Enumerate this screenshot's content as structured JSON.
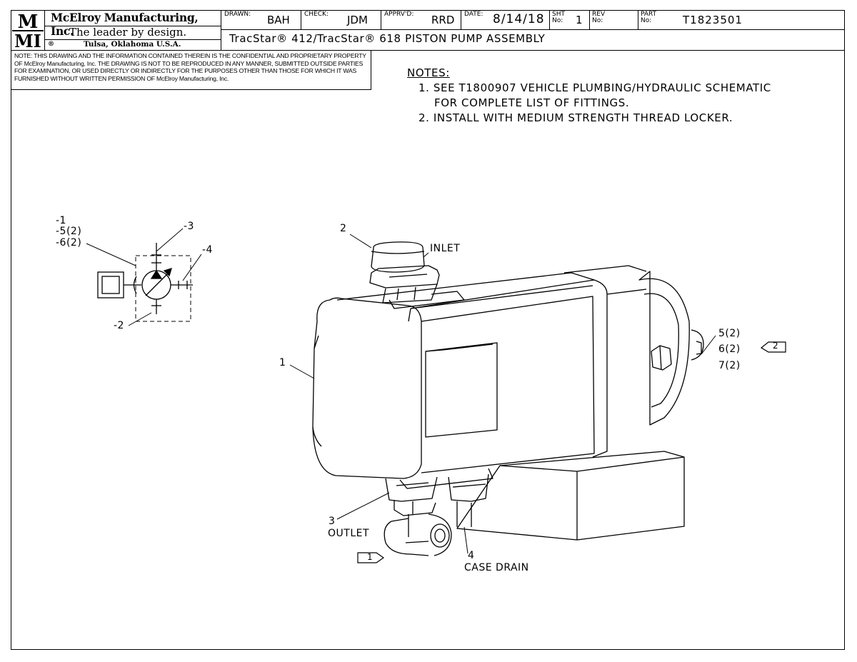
{
  "company": {
    "logo": "MMI",
    "name": "McElroy Manufacturing, Inc.",
    "tagline": "The leader by design.",
    "location": "Tulsa, Oklahoma U.S.A.",
    "registered": "®"
  },
  "title_block": {
    "drawn_label": "DRAWN:",
    "drawn": "BAH",
    "check_label": "CHECK:",
    "check": "JDM",
    "apprvd_label": "APPRV'D:",
    "apprvd": "RRD",
    "date_label": "DATE:",
    "date": "8/14/18",
    "sht_label": "SHT No:",
    "sht": "1",
    "rev_label": "REV No:",
    "rev": "",
    "part_label": "PART No:",
    "part": "T1823501",
    "title": "TracStar® 412/TracStar® 618 PISTON PUMP ASSEMBLY"
  },
  "confidential_note": "NOTE: THIS DRAWING AND THE INFORMATION CONTAINED THEREIN IS THE CONFIDENTIAL AND PROPRIETARY PROPERTY OF McElroy Manufacturing, Inc. THE DRAWING IS NOT TO BE REPRODUCED IN ANY MANNER, SUBMITTED OUTSIDE PARTIES FOR EXAMINATION, OR USED DIRECTLY OR INDIRECTLY FOR THE PURPOSES OTHER THAN THOSE FOR WHICH IT WAS FURNISHED WITHOUT WRITTEN PERMISSION OF McElroy Manufacturing, Inc.",
  "notes": {
    "heading": "NOTES:",
    "line1": "1. SEE T1800907 VEHICLE PLUMBING/HYDRAULIC SCHEMATIC",
    "line1b": "FOR COMPLETE LIST OF FITTINGS.",
    "line2": "2. INSTALL WITH MEDIUM STRENGTH THREAD LOCKER."
  },
  "schematic_callouts": {
    "c1": "-1",
    "c5": "-5(2)",
    "c6": "-6(2)",
    "c3": "-3",
    "c4": "-4",
    "c2": "-2"
  },
  "assembly_callouts": {
    "inlet_num": "2",
    "inlet": "INLET",
    "body_num": "1",
    "outlet_num": "3",
    "outlet": "OUTLET",
    "drain_num": "4",
    "drain": "CASE DRAIN",
    "fast5": "5(2)",
    "fast6": "6(2)",
    "fast7": "7(2)",
    "flag_note2": "2",
    "flag_note1": "1"
  }
}
